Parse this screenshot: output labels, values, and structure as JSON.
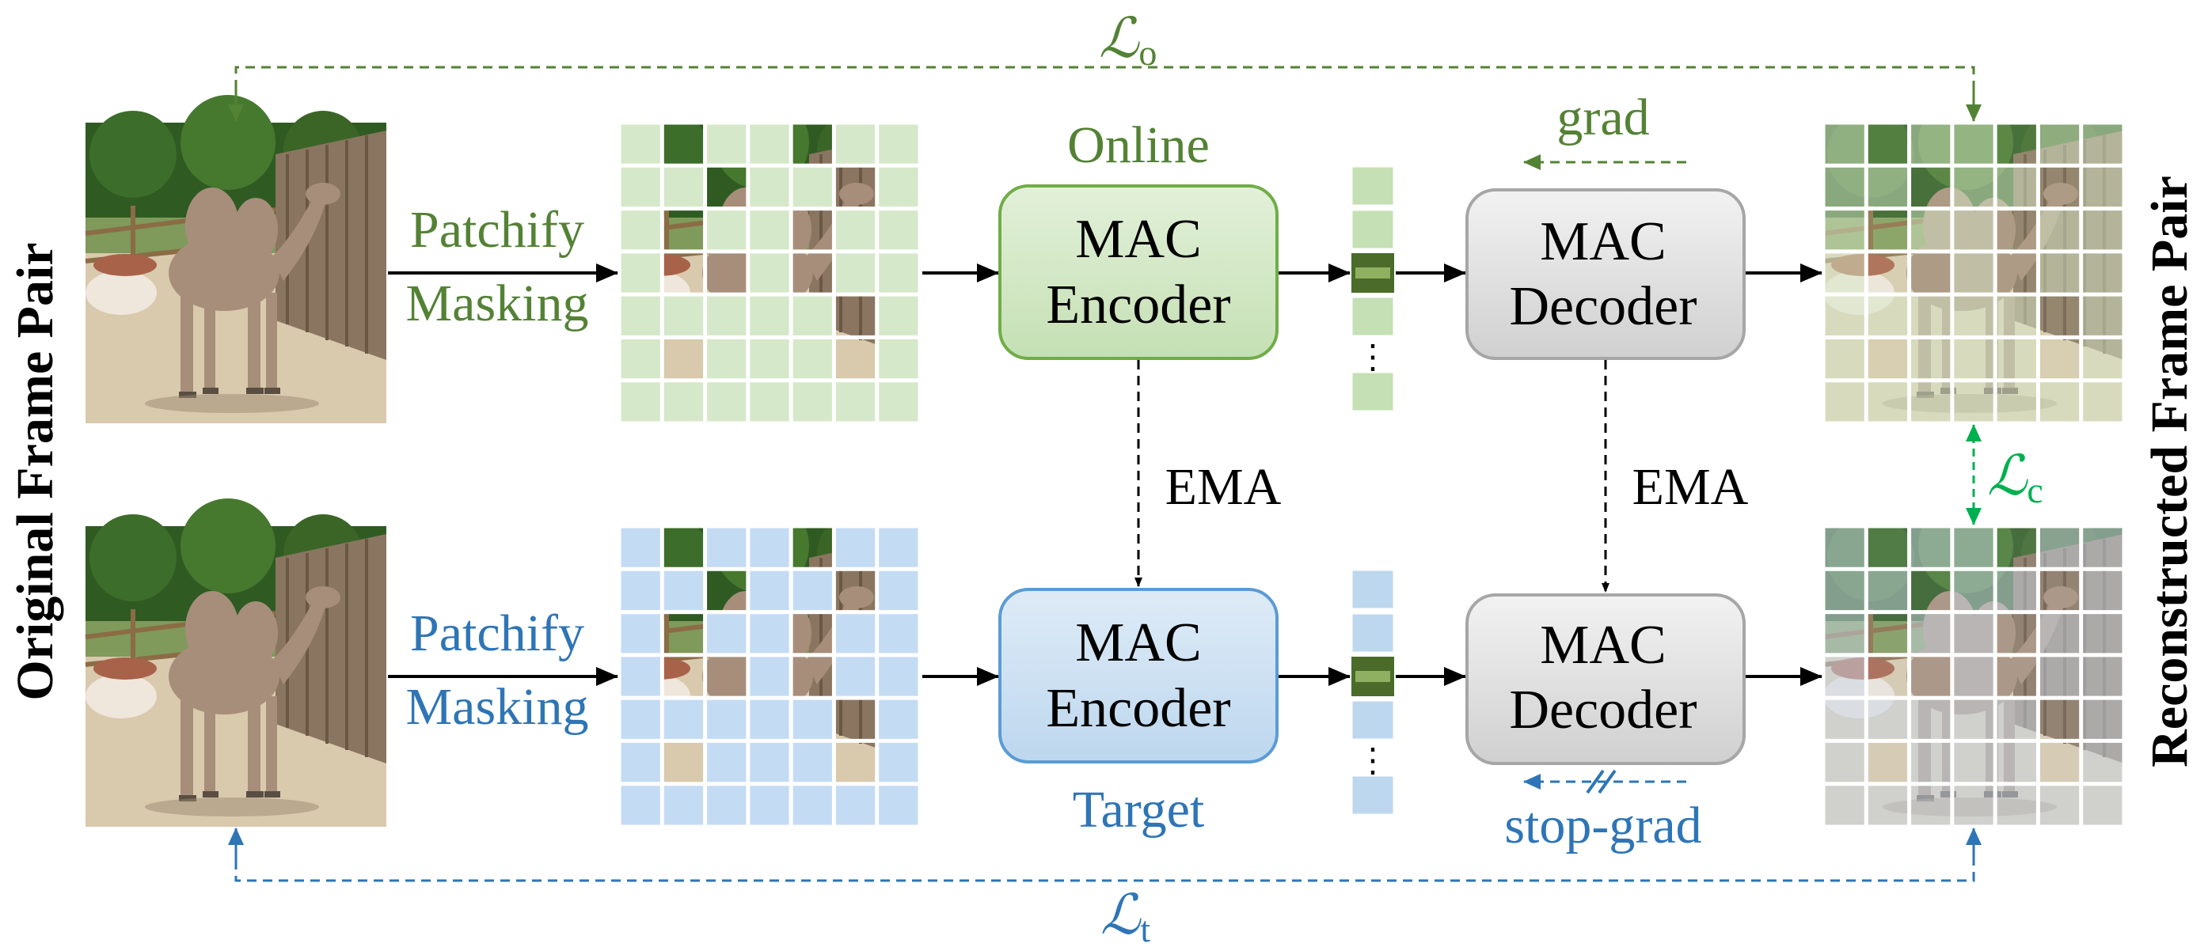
{
  "colors": {
    "online": "#548235",
    "target": "#2E75B6",
    "consistency": "#00B050",
    "online_fill": "#D5E8C9",
    "target_fill": "#C4DBF4",
    "decoder_fill": "#E3E3E3",
    "text": "#000000"
  },
  "left_title": "Original  Frame  Pair",
  "right_title": "Reconstructed  Frame  Pair",
  "top_row": {
    "op_line1": "Patchify",
    "op_line2": "Masking",
    "branch_label": "Online",
    "encoder_line1": "MAC",
    "encoder_line2": "Encoder",
    "decoder_line1": "MAC",
    "decoder_line2": "Decoder",
    "gradient_label": "grad"
  },
  "bottom_row": {
    "op_line1": "Patchify",
    "op_line2": "Masking",
    "branch_label": "Target",
    "encoder_line1": "MAC",
    "encoder_line2": "Encoder",
    "decoder_line1": "MAC",
    "decoder_line2": "Decoder",
    "gradient_label": "stop-grad"
  },
  "ema_labels": [
    "EMA",
    "EMA"
  ],
  "losses": {
    "online_symbol": "ℒ",
    "online_sub": "o",
    "target_symbol": "ℒ",
    "target_sub": "t",
    "consistency_symbol": "ℒ",
    "consistency_sub": "c"
  },
  "token_ellipsis": "⋮"
}
